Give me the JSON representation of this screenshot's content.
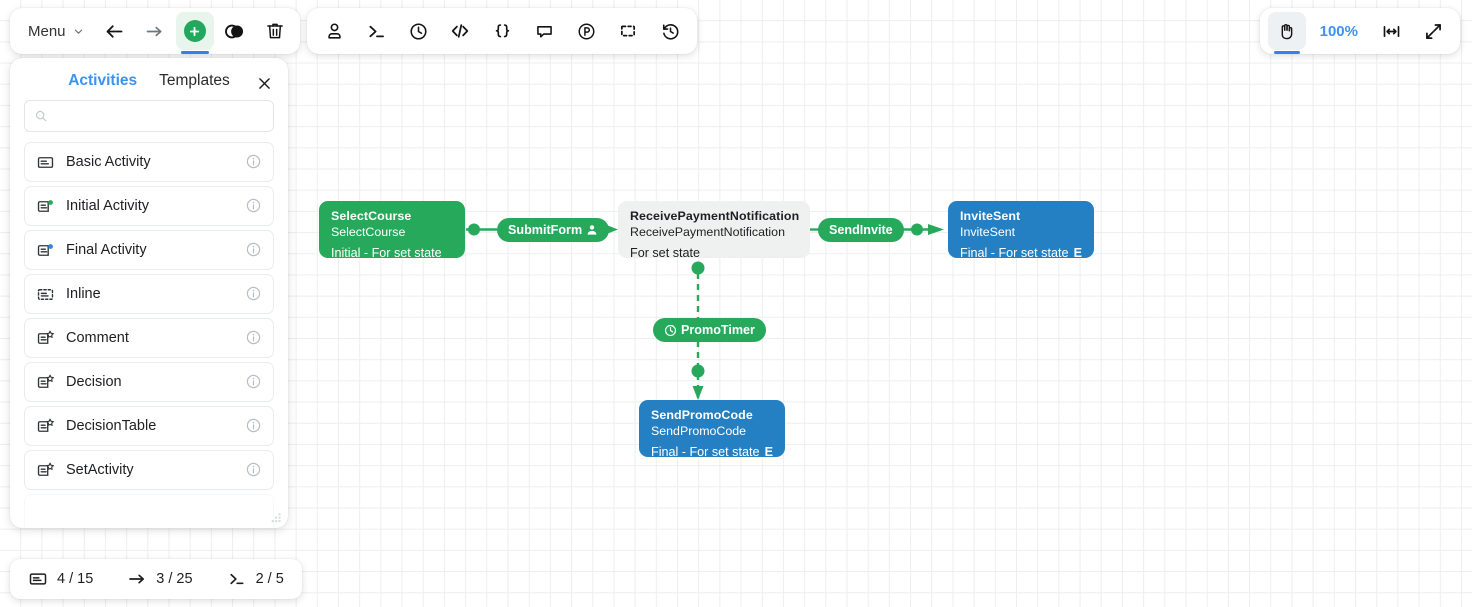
{
  "toolbar_left": {
    "menu_label": "Menu",
    "buttons": [
      {
        "name": "undo-button",
        "icon": "undo-icon"
      },
      {
        "name": "redo-button",
        "icon": "redo-icon"
      },
      {
        "name": "add-button",
        "icon": "plus-circle-icon"
      },
      {
        "name": "toggle-button",
        "icon": "overlap-circles-icon"
      },
      {
        "name": "delete-button",
        "icon": "trash-icon"
      }
    ]
  },
  "toolbar_mid": {
    "buttons": [
      {
        "name": "user-tool",
        "icon": "user-icon"
      },
      {
        "name": "terminal-tool",
        "icon": "terminal-icon"
      },
      {
        "name": "timer-tool",
        "icon": "clock-icon"
      },
      {
        "name": "code-tool",
        "icon": "code-brackets-icon"
      },
      {
        "name": "json-tool",
        "icon": "curly-braces-icon"
      },
      {
        "name": "comment-tool",
        "icon": "speech-bubble-icon"
      },
      {
        "name": "parking-tool",
        "icon": "circled-p-icon"
      },
      {
        "name": "selection-tool",
        "icon": "dashed-square-icon"
      },
      {
        "name": "history-tool",
        "icon": "history-clock-icon"
      }
    ]
  },
  "toolbar_right": {
    "pan_icon": "hand-icon",
    "zoom_level": "100%",
    "fit_icon": "fit-width-icon",
    "expand_icon": "expand-diagonal-icon"
  },
  "panel": {
    "tabs": [
      {
        "label": "Activities",
        "selected": true
      },
      {
        "label": "Templates",
        "selected": false
      }
    ],
    "close_icon": "close-icon",
    "search": {
      "value": "",
      "placeholder": "",
      "icon": "search-icon"
    },
    "items": [
      {
        "label": "Basic Activity",
        "icon": "activity-icon",
        "info_icon": "info-icon"
      },
      {
        "label": "Initial Activity",
        "icon": "activity-initial-icon",
        "info_icon": "info-icon"
      },
      {
        "label": "Final Activity",
        "icon": "activity-final-icon",
        "info_icon": "info-icon"
      },
      {
        "label": "Inline",
        "icon": "activity-inline-icon",
        "info_icon": "info-icon"
      },
      {
        "label": "Comment",
        "icon": "activity-star-icon",
        "info_icon": "info-icon"
      },
      {
        "label": "Decision",
        "icon": "activity-star-icon",
        "info_icon": "info-icon"
      },
      {
        "label": "DecisionTable",
        "icon": "activity-star-icon",
        "info_icon": "info-icon"
      },
      {
        "label": "SetActivity",
        "icon": "activity-star-icon",
        "info_icon": "info-icon"
      }
    ],
    "resize_grip": "resize-grip-icon"
  },
  "statusbar": {
    "stats": [
      {
        "icon": "activity-count-icon",
        "value": "4 / 15"
      },
      {
        "icon": "transition-count-icon",
        "value": "3 / 25"
      },
      {
        "icon": "script-count-icon",
        "value": "2 / 5"
      }
    ]
  },
  "diagram": {
    "nodes": [
      {
        "id": "selectcourse",
        "style": "green",
        "title": "SelectCourse",
        "subtitle": "SelectCourse",
        "footer": "Initial - For set state",
        "badge": ""
      },
      {
        "id": "receivepayment",
        "style": "plain",
        "title": "ReceivePaymentNotification",
        "subtitle": "ReceivePaymentNotification",
        "footer": "For set state",
        "badge": ""
      },
      {
        "id": "invitesent",
        "style": "blue",
        "title": "InviteSent",
        "subtitle": "InviteSent",
        "footer": "Final - For set state",
        "badge": "E"
      },
      {
        "id": "sendpromocode",
        "style": "blue",
        "title": "SendPromoCode",
        "subtitle": "SendPromoCode",
        "footer": "Final - For set state",
        "badge": "E"
      }
    ],
    "transitions": [
      {
        "id": "submitform",
        "label": "SubmitForm",
        "icon": "user-badge-icon"
      },
      {
        "id": "sendinvite",
        "label": "SendInvite",
        "icon": ""
      },
      {
        "id": "promotimer",
        "label": "PromoTimer",
        "icon": "clock-badge-icon"
      }
    ],
    "colors": {
      "green": "#27a95c",
      "blue": "#2580c3",
      "plain": "#eef1ef",
      "accent": "#3b93f0"
    }
  }
}
